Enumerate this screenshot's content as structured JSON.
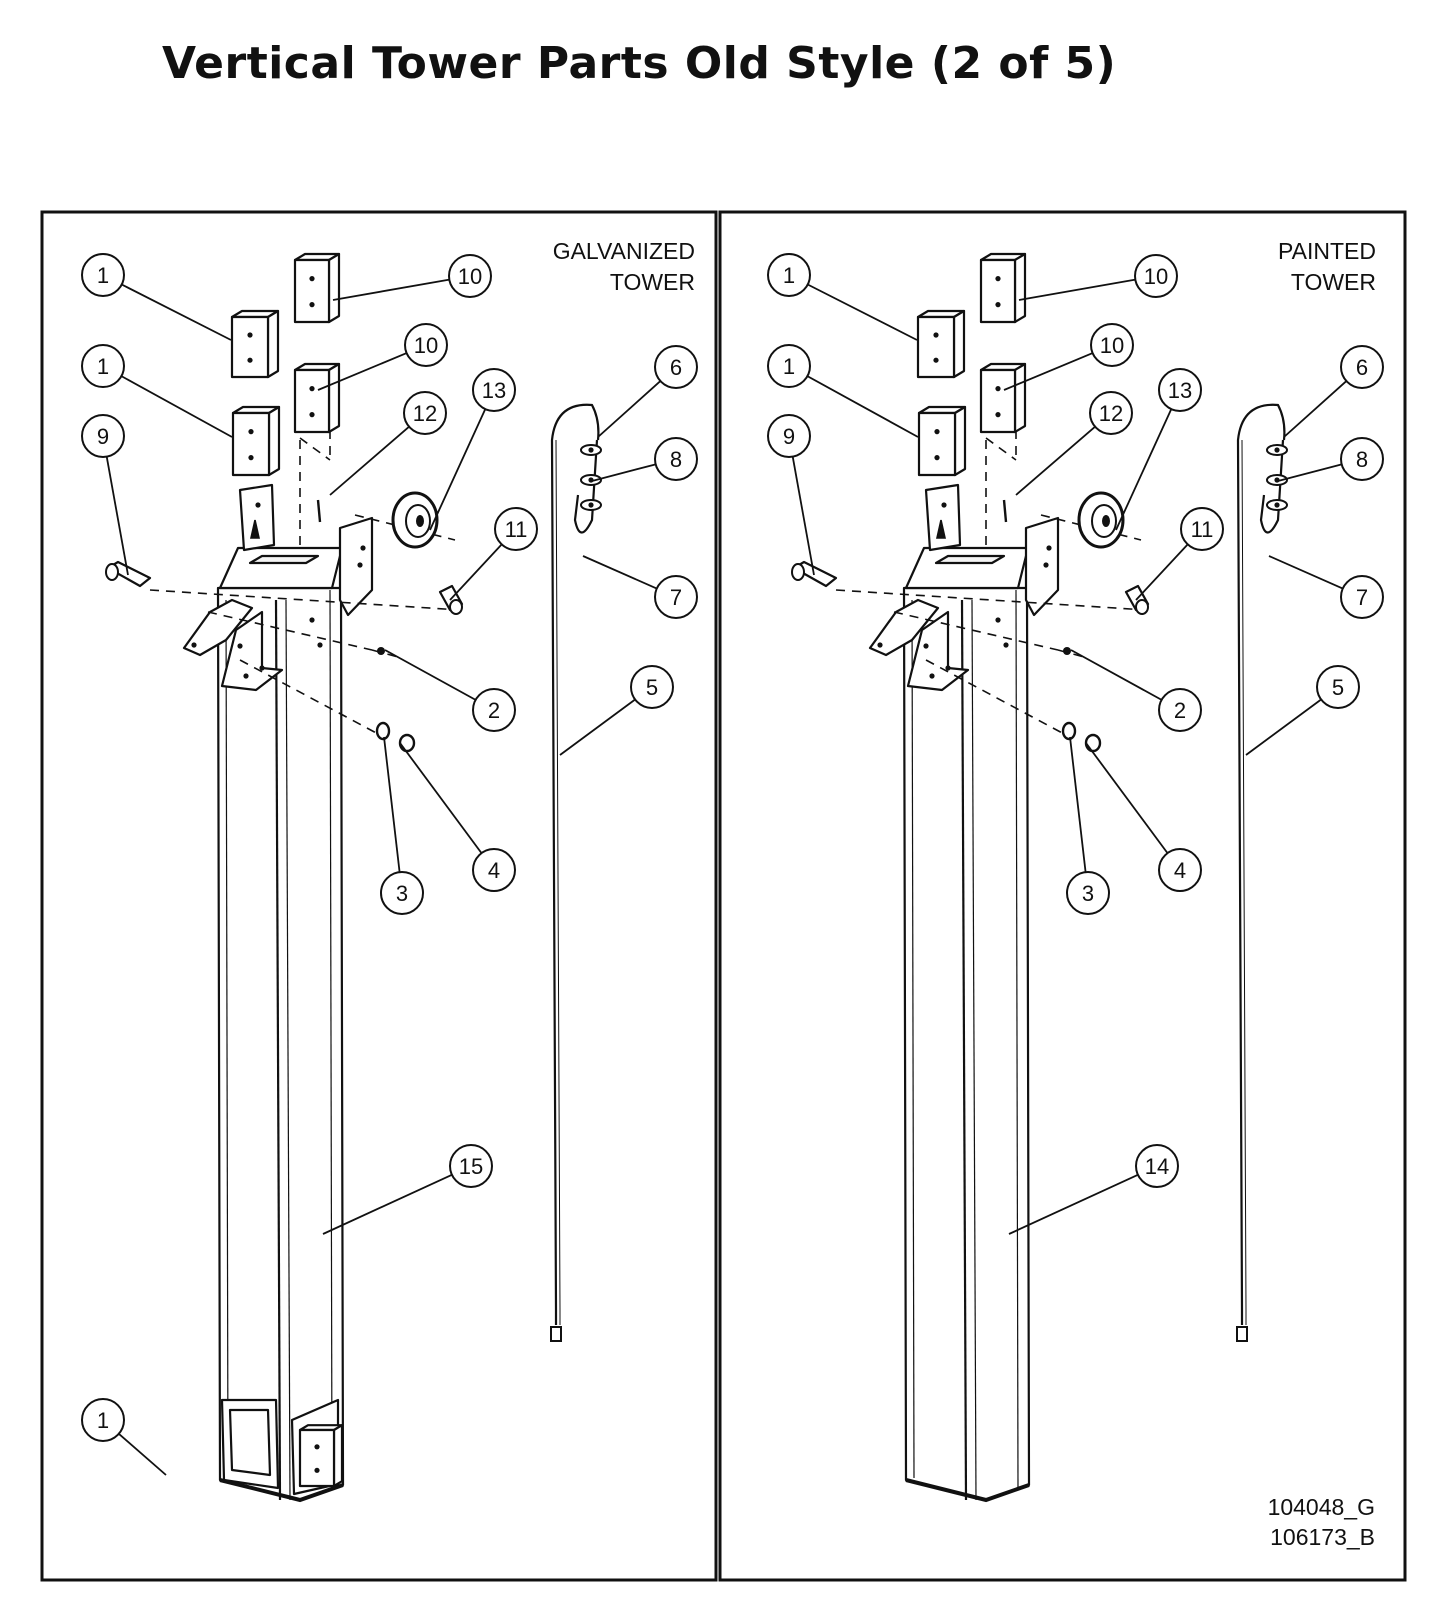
{
  "title": "Vertical Tower Parts Old Style (2 of 5)",
  "panels": [
    {
      "label_line1": "GALVANIZED",
      "label_line2": "TOWER",
      "callouts": [
        "1",
        "10",
        "1",
        "10",
        "12",
        "13",
        "9",
        "6",
        "8",
        "11",
        "7",
        "2",
        "5",
        "3",
        "4",
        "15",
        "1"
      ]
    },
    {
      "label_line1": "PAINTED",
      "label_line2": "TOWER",
      "callouts": [
        "1",
        "10",
        "1",
        "10",
        "12",
        "13",
        "9",
        "6",
        "8",
        "11",
        "7",
        "2",
        "5",
        "3",
        "4",
        "14"
      ],
      "ref_code_1": "104048_G",
      "ref_code_2": "106173_B"
    }
  ]
}
